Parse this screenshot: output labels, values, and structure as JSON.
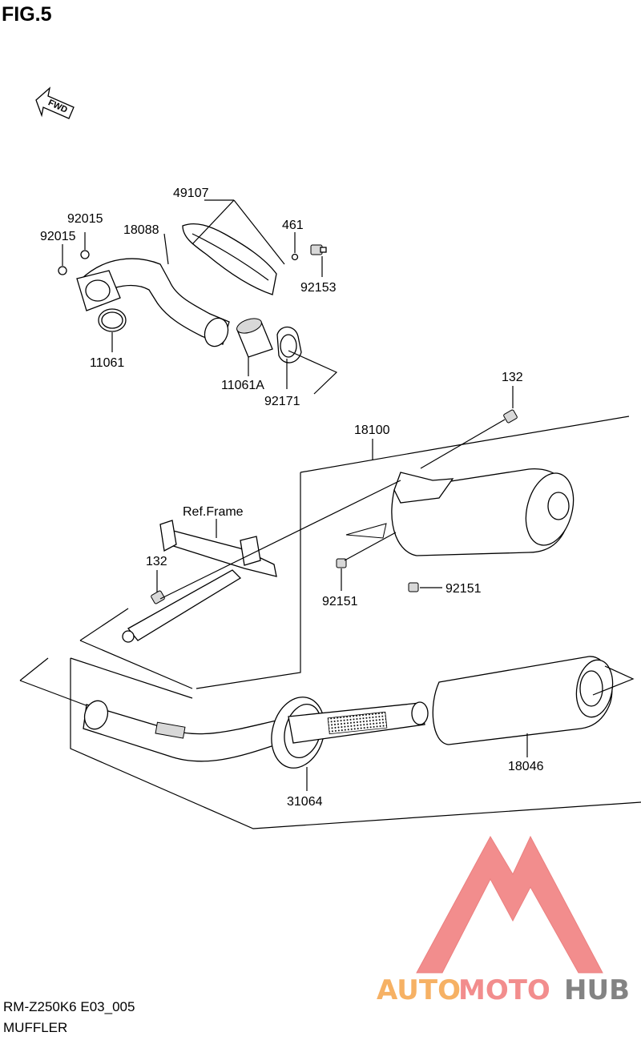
{
  "figure": {
    "title": "FIG.5",
    "model_code": "RM-Z250K6 E03_005",
    "section_name": "MUFFLER",
    "direction_marker": "FWD"
  },
  "callouts": {
    "p49107": "49107",
    "p92015a": "92015",
    "p18088": "18088",
    "p92015b": "92015",
    "p461": "461",
    "p92153": "92153",
    "p11061": "11061",
    "p11061A": "11061A",
    "p92171": "92171",
    "p132a": "132",
    "p18100": "18100",
    "ref_frame": "Ref.Frame",
    "p132b": "132",
    "p92151a": "92151",
    "p92151b": "92151",
    "p18046": "18046",
    "p31064": "31064"
  },
  "watermark": {
    "text_part1": "AUTO",
    "text_part2": "MOTO",
    "text_part3": "HUB",
    "color_orange": "#f5a44a",
    "color_red": "#f07a7a",
    "color_gray": "#6e6e6e"
  }
}
